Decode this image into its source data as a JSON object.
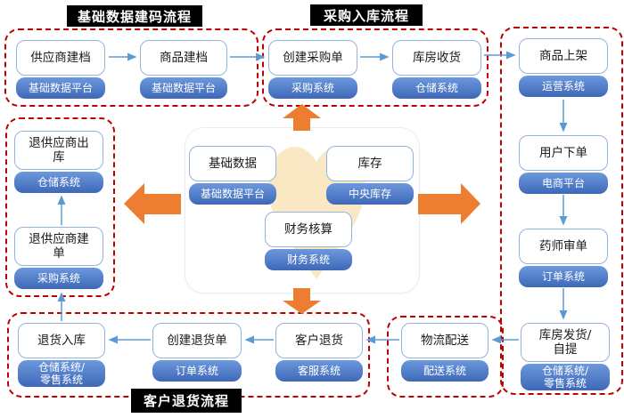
{
  "diagram": {
    "titles": {
      "base_data_flow": "基础数据建码流程",
      "purchase_inbound_flow": "采购入库流程",
      "customer_return_flow": "客户退货流程"
    },
    "nodes": {
      "supplier_setup": {
        "label": "供应商建档",
        "system": "基础数据平台"
      },
      "product_setup": {
        "label": "商品建档",
        "system": "基础数据平台"
      },
      "create_po": {
        "label": "创建采购单",
        "system": "采购系统"
      },
      "warehouse_receive": {
        "label": "库房收货",
        "system": "仓储系统"
      },
      "product_listing": {
        "label": "商品上架",
        "system": "运营系统"
      },
      "user_order": {
        "label": "用户下单",
        "system": "电商平台"
      },
      "pharmacist_review": {
        "label": "药师审单",
        "system": "订单系统"
      },
      "warehouse_ship": {
        "label": "库房发货/\n自提",
        "system": "仓储系统/\n零售系统"
      },
      "logistics": {
        "label": "物流配送",
        "system": "配送系统"
      },
      "customer_return": {
        "label": "客户退货",
        "system": "客服系统"
      },
      "create_return": {
        "label": "创建退货单",
        "system": "订单系统"
      },
      "return_inbound": {
        "label": "退货入库",
        "system": "仓储系统/\n零售系统"
      },
      "supplier_return_order": {
        "label": "退供应商建\n单",
        "system": "采购系统"
      },
      "supplier_return_outbound": {
        "label": "退供应商出\n库",
        "system": "仓储系统"
      },
      "base_data": {
        "label": "基础数据",
        "system": "基础数据平台"
      },
      "inventory": {
        "label": "库存",
        "system": "中央库存"
      },
      "finance": {
        "label": "财务核算",
        "system": "财务系统"
      }
    },
    "colors": {
      "dashed_border": "#C00000",
      "connector_blue": "#5B9BD5",
      "block_arrow_orange": "#ED7D31",
      "badge_blue_top": "#6C98DD",
      "badge_blue_bottom": "#3E68B7",
      "box_border_blue": "#95B3DF",
      "title_bg": "#000000",
      "title_text": "#FFFFFF",
      "heart_fill": "#F9E8C3"
    }
  }
}
